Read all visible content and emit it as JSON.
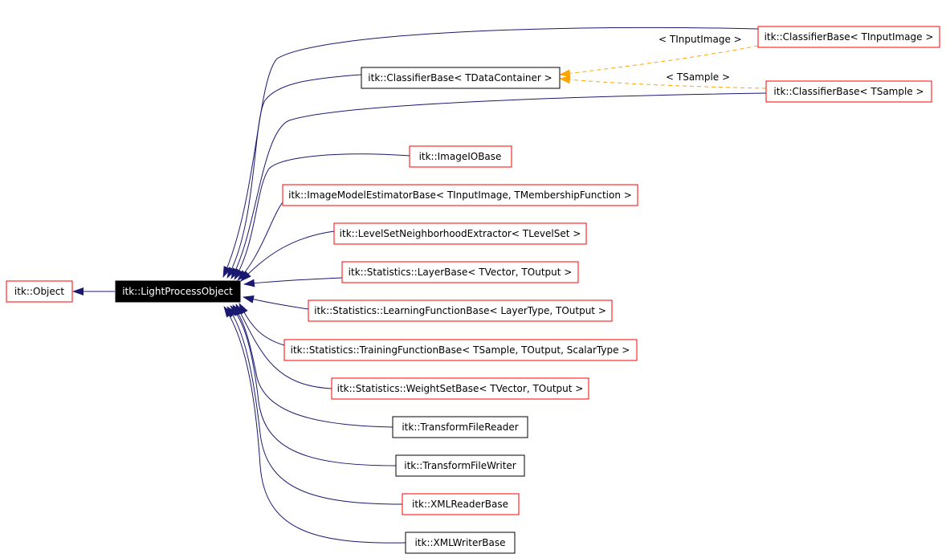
{
  "colors": {
    "edge": "#191970",
    "template_edge": "#ffa500",
    "border_red": "#ff0000",
    "border_black": "#000000",
    "focus_fill": "#000000",
    "focus_text": "#ffffff"
  },
  "nodes": {
    "object": {
      "label": "itk::Object",
      "border": "red"
    },
    "lpo": {
      "label": "itk::LightProcessObject",
      "border": "focus"
    },
    "cb_input": {
      "label": "itk::ClassifierBase< TInputImage >",
      "border": "red"
    },
    "cb_data": {
      "label": "itk::ClassifierBase< TDataContainer >",
      "border": "black"
    },
    "cb_sample": {
      "label": "itk::ClassifierBase< TSample >",
      "border": "red"
    },
    "imageio": {
      "label": "itk::ImageIOBase",
      "border": "red"
    },
    "imodel": {
      "label": "itk::ImageModelEstimatorBase< TInputImage, TMembershipFunction >",
      "border": "red"
    },
    "levelset": {
      "label": "itk::LevelSetNeighborhoodExtractor< TLevelSet >",
      "border": "red"
    },
    "layer": {
      "label": "itk::Statistics::LayerBase< TVector, TOutput >",
      "border": "red"
    },
    "learning": {
      "label": "itk::Statistics::LearningFunctionBase< LayerType, TOutput >",
      "border": "red"
    },
    "training": {
      "label": "itk::Statistics::TrainingFunctionBase< TSample, TOutput, ScalarType >",
      "border": "red"
    },
    "weightset": {
      "label": "itk::Statistics::WeightSetBase< TVector, TOutput >",
      "border": "red"
    },
    "tfreader": {
      "label": "itk::TransformFileReader",
      "border": "black"
    },
    "tfwriter": {
      "label": "itk::TransformFileWriter",
      "border": "black"
    },
    "xmlreader": {
      "label": "itk::XMLReaderBase",
      "border": "red"
    },
    "xmlwriter": {
      "label": "itk::XMLWriterBase",
      "border": "black"
    }
  },
  "template_labels": {
    "input_image": "< TInputImage >",
    "sample": "< TSample >"
  }
}
